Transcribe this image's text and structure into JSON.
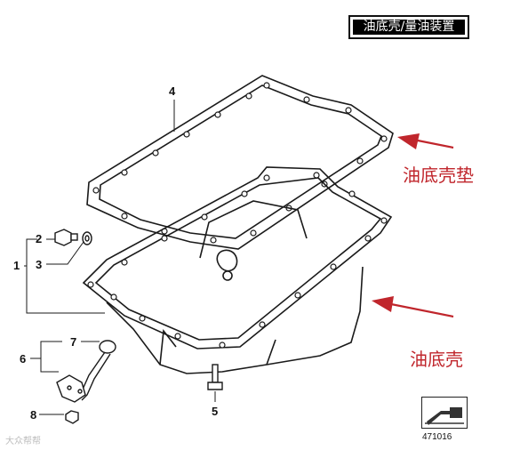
{
  "header": {
    "title": "油底壳/量油装置"
  },
  "labels": {
    "gasket": "油底壳垫",
    "pan": "油底壳"
  },
  "callouts": {
    "c1": "1",
    "c2": "2",
    "c3": "3",
    "c4": "4",
    "c5": "5",
    "c6": "6",
    "c7": "7",
    "c8": "8"
  },
  "reference": {
    "number": "471016"
  },
  "watermark": {
    "text": "大众帮帮"
  },
  "colors": {
    "arrow": "#c0262c",
    "line": "#1a1a1a"
  }
}
